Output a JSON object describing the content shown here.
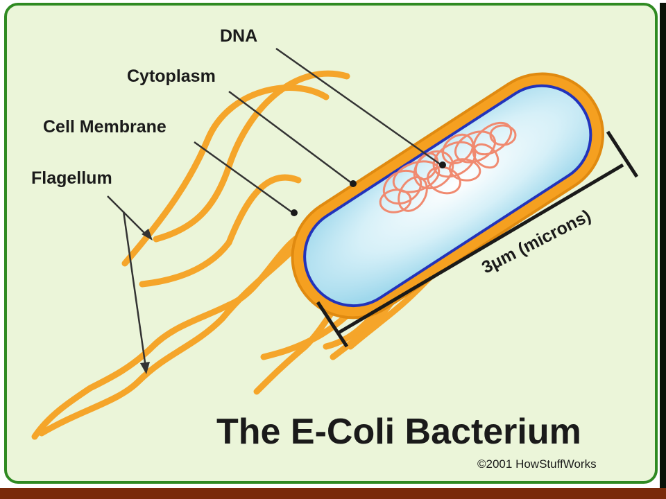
{
  "labels": {
    "dna": "DNA",
    "cytoplasm": "Cytoplasm",
    "cell_membrane": "Cell Membrane",
    "flagellum": "Flagellum"
  },
  "scale": {
    "text": "3μm (microns)"
  },
  "title": "The E-Coli Bacterium",
  "credit": "©2001 HowStuffWorks",
  "colors": {
    "frame_border": "#2f8a22",
    "background": "#ebf5d9",
    "flagella": "#f5a52a",
    "cell_wall": "#f5a020",
    "membrane": "#2233bb",
    "cytoplasm": "#bfe6f2",
    "dna": "#f08a70"
  }
}
